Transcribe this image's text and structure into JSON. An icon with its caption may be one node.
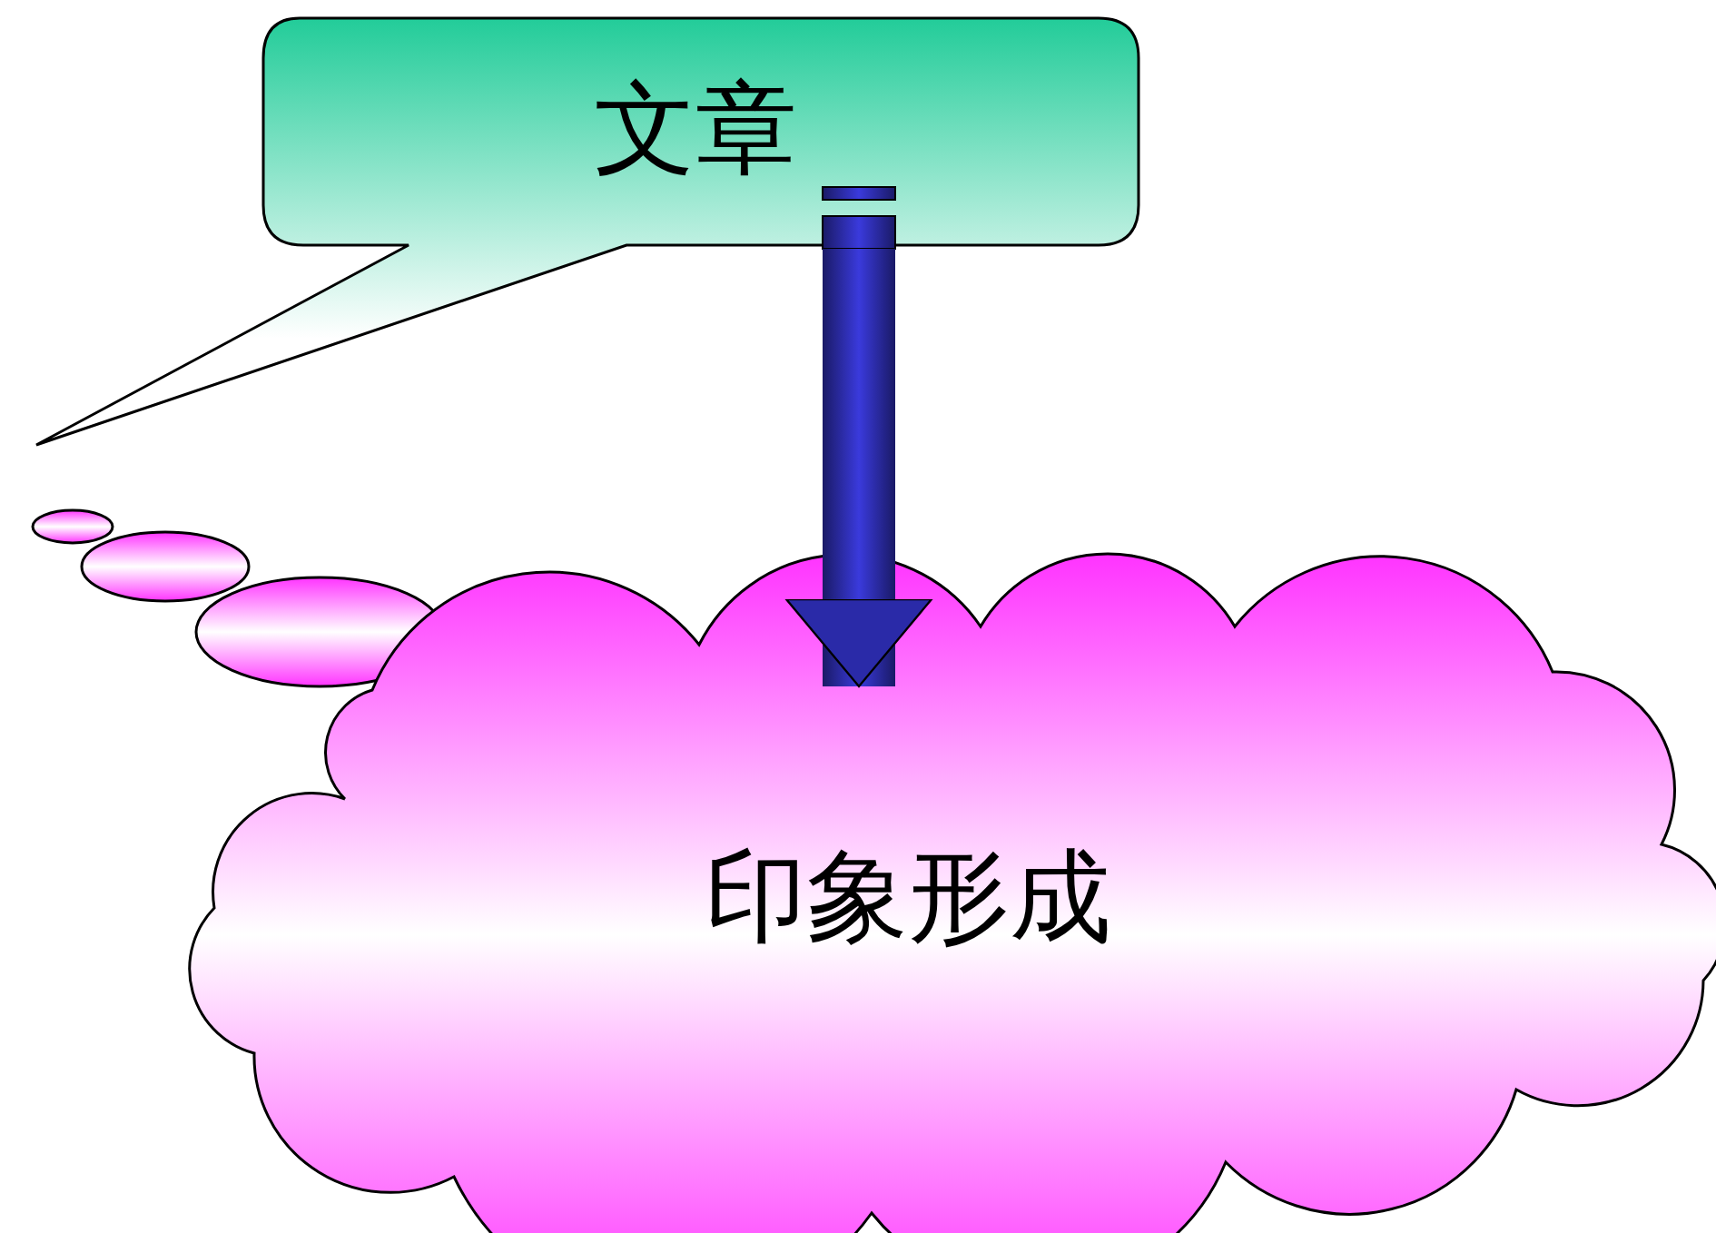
{
  "diagram": {
    "nodes": [
      {
        "text": [
          "文章"
        ]
      },
      {
        "text": [
          "印象形成"
        ]
      }
    ],
    "edges": [
      {
        "from": 0,
        "to": 1,
        "arrow": "to",
        "style": "thick"
      }
    ]
  }
}
